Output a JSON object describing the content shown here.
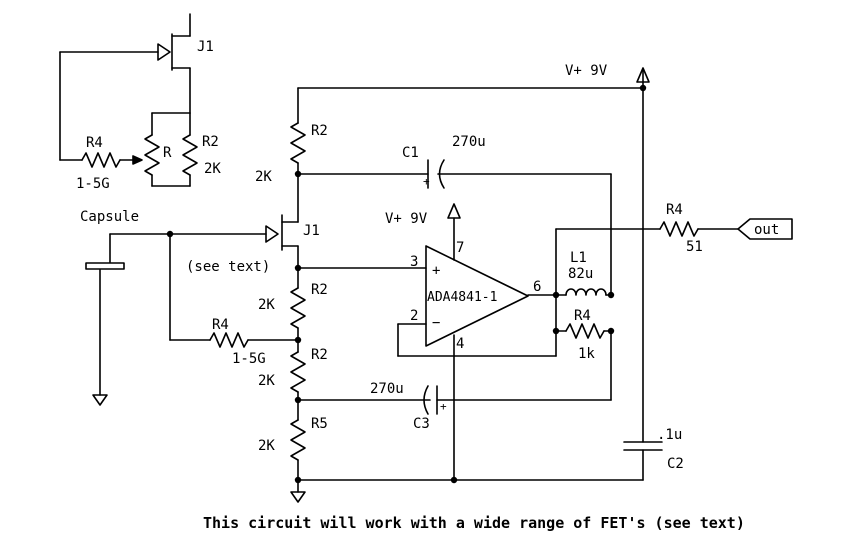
{
  "labels": {
    "vplus_top": "V+ 9V",
    "vplus_op": "V+ 9V",
    "j1_top": "J1",
    "r4_top": "R4",
    "r4_top_val": "1-5G",
    "r_pot": "R",
    "r2_top": "R2",
    "r2_top_val": "2K",
    "r2_a": "R2",
    "r2_a_val": "2K",
    "c1": "C1",
    "c1_val": "270u",
    "j1_main": "J1",
    "see_text": "(see text)",
    "capsule": "Capsule",
    "r2_b": "R2",
    "r2_b_val": "2K",
    "r4_mid": "R4",
    "r4_mid_val": "1-5G",
    "r2_c": "R2",
    "r2_c_val": "2K",
    "c3_val": "270u",
    "c3": "C3",
    "r5": "R5",
    "r5_val": "2K",
    "opamp_name": "ADA4841-1",
    "pin3": "3",
    "pin2": "2",
    "pin7": "7",
    "pin6": "6",
    "pin4": "4",
    "plus_sign": "+",
    "minus_sign": "−",
    "l1": "L1",
    "l1_val": "82u",
    "r4_fb": "R4",
    "r4_fb_val": "1k",
    "r4_out": "R4",
    "r4_out_val": "51",
    "out": "out",
    "c2_val": ".1u",
    "c2": "C2",
    "caption": "This circuit will work with a wide range of  FET's (see text)"
  }
}
